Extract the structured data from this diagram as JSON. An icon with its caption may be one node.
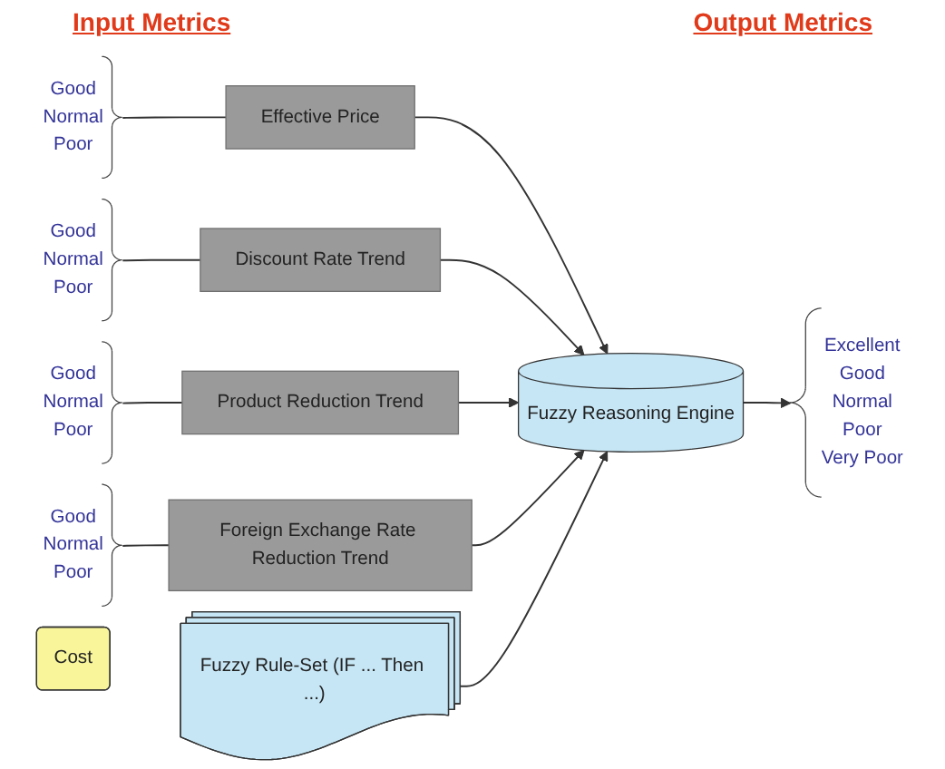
{
  "diagram": {
    "nodes": [
      {
        "text": [
          "Good",
          "Normal",
          "Poor"
        ]
      },
      {
        "text": [
          "Effective Price"
        ]
      },
      {
        "text": [
          "Good",
          "Normal",
          "Poor"
        ]
      },
      {
        "text": [
          "Discount Rate Trend"
        ]
      },
      {
        "text": [
          "Good",
          "Normal",
          "Poor"
        ]
      },
      {
        "text": [
          "Product Reduction Trend"
        ]
      },
      {
        "text": [
          "Good",
          "Normal",
          "Poor"
        ]
      },
      {
        "text": [
          "Foreign Exchange Rate Reduction Trend"
        ]
      },
      {
        "text": [
          "Fuzzy Reasoning Engine"
        ]
      },
      {
        "text": [
          "Cost"
        ]
      },
      {
        "text": [
          "Excellent",
          "Good",
          "Normal",
          "Poor",
          "Very Poor"
        ]
      },
      {
        "text": [
          "Fuzzy Rule-Set (IF ... Then ...)"
        ]
      }
    ],
    "edges": [
      {
        "from": 0,
        "to": 1,
        "arrow": "none"
      },
      {
        "from": 1,
        "to": 8,
        "arrow": "to"
      },
      {
        "from": 2,
        "to": 3,
        "arrow": "none"
      },
      {
        "from": 3,
        "to": 8,
        "arrow": "to"
      },
      {
        "from": 4,
        "to": 5,
        "arrow": "none"
      },
      {
        "from": 5,
        "to": 8,
        "arrow": "to"
      },
      {
        "from": 6,
        "to": 7,
        "arrow": "none"
      },
      {
        "from": 7,
        "to": 8,
        "arrow": "to"
      },
      {
        "from": 8,
        "to": 10,
        "arrow": "to"
      },
      {
        "from": 11,
        "to": 8,
        "arrow": "to"
      }
    ],
    "labels": [
      "Input Metrics",
      "Output Metrics"
    ]
  }
}
